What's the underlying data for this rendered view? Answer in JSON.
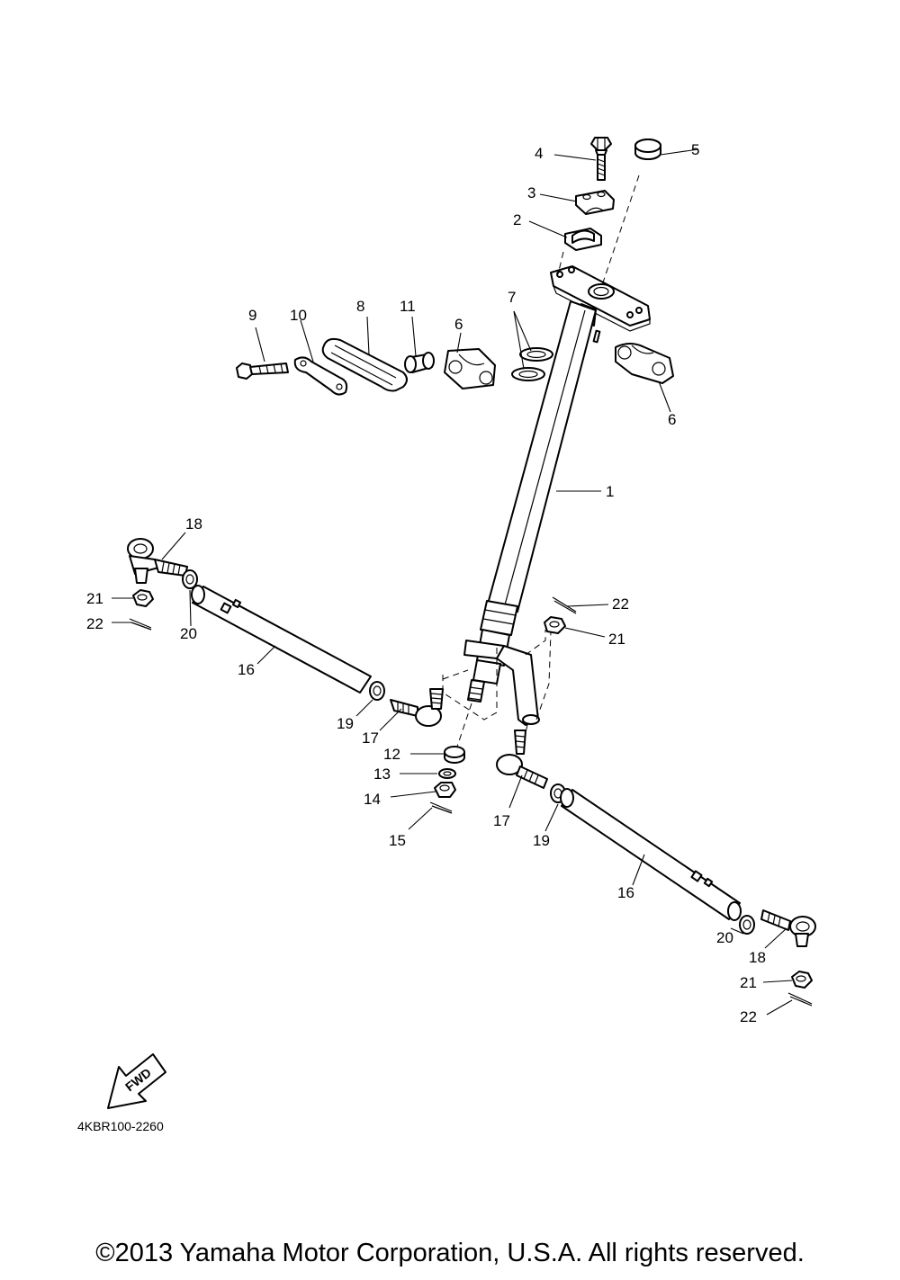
{
  "diagram": {
    "drawing_code": "4KBR100-2260",
    "fwd_label": "FWD",
    "copyright": "©2013 Yamaha Motor Corporation, U.S.A. All rights reserved.",
    "callouts": [
      {
        "id": "c1",
        "label": "1"
      },
      {
        "id": "c2",
        "label": "2"
      },
      {
        "id": "c3",
        "label": "3"
      },
      {
        "id": "c4",
        "label": "4"
      },
      {
        "id": "c5",
        "label": "5"
      },
      {
        "id": "c6a",
        "label": "6"
      },
      {
        "id": "c6b",
        "label": "6"
      },
      {
        "id": "c7",
        "label": "7"
      },
      {
        "id": "c8",
        "label": "8"
      },
      {
        "id": "c9",
        "label": "9"
      },
      {
        "id": "c10",
        "label": "10"
      },
      {
        "id": "c11",
        "label": "11"
      },
      {
        "id": "c12",
        "label": "12"
      },
      {
        "id": "c13",
        "label": "13"
      },
      {
        "id": "c14",
        "label": "14"
      },
      {
        "id": "c15",
        "label": "15"
      },
      {
        "id": "c16a",
        "label": "16"
      },
      {
        "id": "c16b",
        "label": "16"
      },
      {
        "id": "c17a",
        "label": "17"
      },
      {
        "id": "c17b",
        "label": "17"
      },
      {
        "id": "c18a",
        "label": "18"
      },
      {
        "id": "c18b",
        "label": "18"
      },
      {
        "id": "c19a",
        "label": "19"
      },
      {
        "id": "c19b",
        "label": "19"
      },
      {
        "id": "c20a",
        "label": "20"
      },
      {
        "id": "c20b",
        "label": "20"
      },
      {
        "id": "c21a",
        "label": "21"
      },
      {
        "id": "c21b",
        "label": "21"
      },
      {
        "id": "c21c",
        "label": "21"
      },
      {
        "id": "c22a",
        "label": "22"
      },
      {
        "id": "c22b",
        "label": "22"
      },
      {
        "id": "c22c",
        "label": "22"
      }
    ]
  }
}
